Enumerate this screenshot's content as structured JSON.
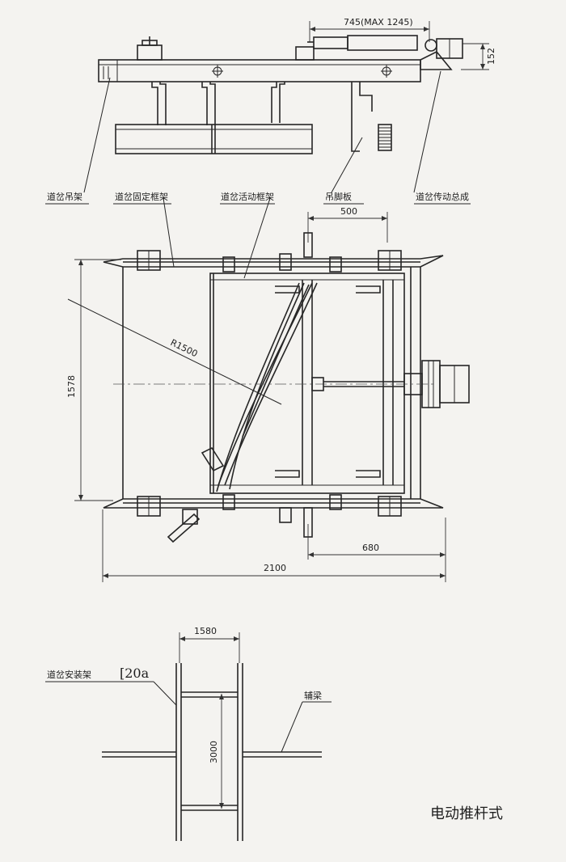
{
  "top_view": {
    "dims": {
      "stroke": "745(MAX 1245)",
      "height": "152"
    },
    "labels": {
      "hanger_frame": "道岔吊架",
      "fixed_frame": "道岔固定框架",
      "movable_frame": "道岔活动框架",
      "hanging_plate": "吊脚板",
      "drive_assembly": "道岔传动总成"
    }
  },
  "plan_view": {
    "dims": {
      "top_width": "500",
      "radius": "R1500",
      "height": "1578",
      "right_offset": "680",
      "overall_width": "2100"
    }
  },
  "install_view": {
    "dims": {
      "width": "1580",
      "length": "3000"
    },
    "labels": {
      "mount_frame": "道岔安装架",
      "section": "[20a",
      "aux_beam": "辅梁"
    }
  },
  "caption": "电动推杆式"
}
